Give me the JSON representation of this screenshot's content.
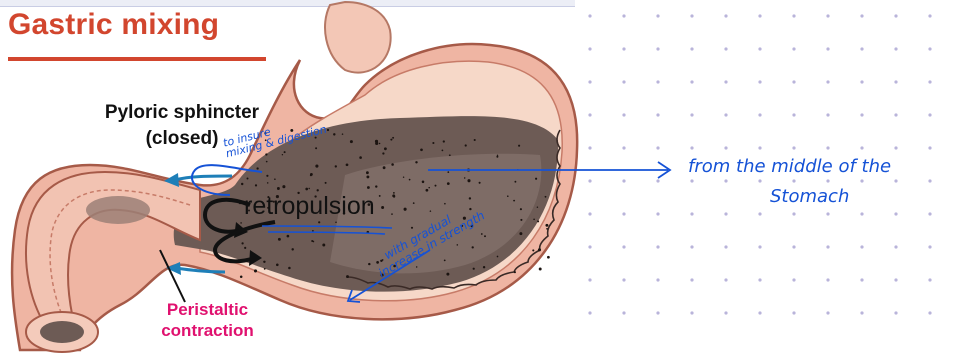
{
  "title": "Gastric mixing",
  "labels": {
    "pyloric_line1": "Pyloric sphincter",
    "pyloric_line2": "(closed)",
    "retropulsion": "retropulsion",
    "peristaltic_line1": "Peristaltic",
    "peristaltic_line2": "contraction"
  },
  "annotations": {
    "insure_line1": "to insure",
    "insure_line2": "mixing & digestion",
    "gradual_line1": "with gradual",
    "gradual_line2": "increase in strength",
    "middle_line1": "from the middle of the",
    "middle_line2": "Stomach"
  },
  "colors": {
    "title": "#d2462e",
    "peristaltic_label": "#e0116f",
    "annotation_ink": "#1552d6",
    "retro_arrow": "#1e7fb8",
    "stomach_wall": "#efb5a3",
    "stomach_contents": "#6d5b55"
  }
}
